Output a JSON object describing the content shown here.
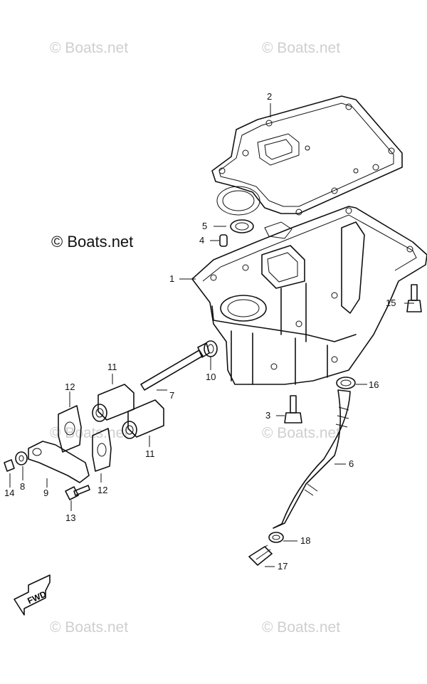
{
  "watermarks": {
    "main": "© Boats.net",
    "faint": "© Boats.net"
  },
  "direction_arrow": {
    "label": "FWD"
  },
  "callouts": [
    "1",
    "2",
    "3",
    "4",
    "5",
    "6",
    "7",
    "8",
    "9",
    "10",
    "11",
    "11",
    "12",
    "12",
    "13",
    "14",
    "15",
    "16",
    "17",
    "18"
  ],
  "colors": {
    "line": "#111111",
    "watermark": "#cfcfcf",
    "background": "#ffffff"
  }
}
